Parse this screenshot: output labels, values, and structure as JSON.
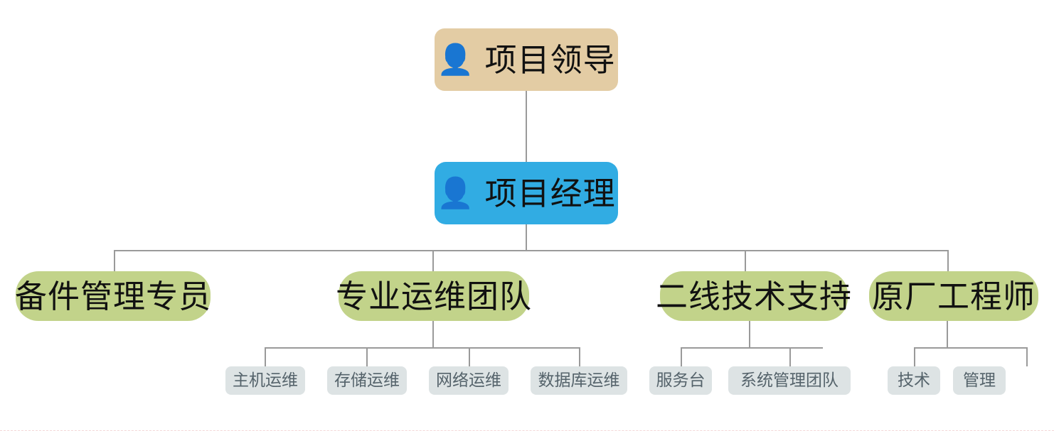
{
  "chart": {
    "type": "org-chart",
    "title": "",
    "levels": [
      {
        "level": 1,
        "nodes": [
          {
            "id": "project-leader",
            "label": "项目领导",
            "icon": "person-icon",
            "color": "#e3cca4"
          }
        ]
      },
      {
        "level": 2,
        "nodes": [
          {
            "id": "project-manager",
            "label": "项目经理",
            "icon": "person-icon",
            "color": "#31ace3"
          }
        ]
      },
      {
        "level": 3,
        "nodes": [
          {
            "id": "spare-parts-officer",
            "label": "备件管理专员",
            "color": "#c2d38a"
          },
          {
            "id": "professional-ops-team",
            "label": "专业运维团队",
            "color": "#c2d38a"
          },
          {
            "id": "second-line-support",
            "label": "二线技术支持",
            "color": "#c2d38a"
          },
          {
            "id": "oem-engineer",
            "label": "原厂工程师",
            "color": "#c2d38a"
          }
        ]
      },
      {
        "level": 4,
        "groups": [
          {
            "parent": "professional-ops-team",
            "nodes": [
              {
                "id": "host-ops",
                "label": "主机运维",
                "color": "#dde3e4"
              },
              {
                "id": "storage-ops",
                "label": "存储运维",
                "color": "#dde3e4"
              },
              {
                "id": "network-ops",
                "label": "网络运维",
                "color": "#dde3e4"
              },
              {
                "id": "database-ops",
                "label": "数据库运维",
                "color": "#dde3e4"
              }
            ]
          },
          {
            "parent": "second-line-support",
            "nodes": [
              {
                "id": "service-desk",
                "label": "服务台",
                "color": "#dde3e4"
              },
              {
                "id": "system-admin-team",
                "label": "系统管理团队",
                "color": "#dde3e4"
              }
            ]
          },
          {
            "parent": "oem-engineer",
            "nodes": [
              {
                "id": "technology",
                "label": "技术",
                "color": "#dde3e4"
              },
              {
                "id": "management",
                "label": "管理",
                "color": "#dde3e4"
              }
            ]
          }
        ]
      }
    ],
    "icons": {
      "person": "👤"
    },
    "colors": {
      "leader": "#e3cca4",
      "manager": "#31ace3",
      "team": "#c2d38a",
      "subteam": "#dde3e4",
      "connector": "#9a9a9a",
      "subteam_text": "#55636b",
      "footer_rule": "#f3d7d7"
    }
  }
}
